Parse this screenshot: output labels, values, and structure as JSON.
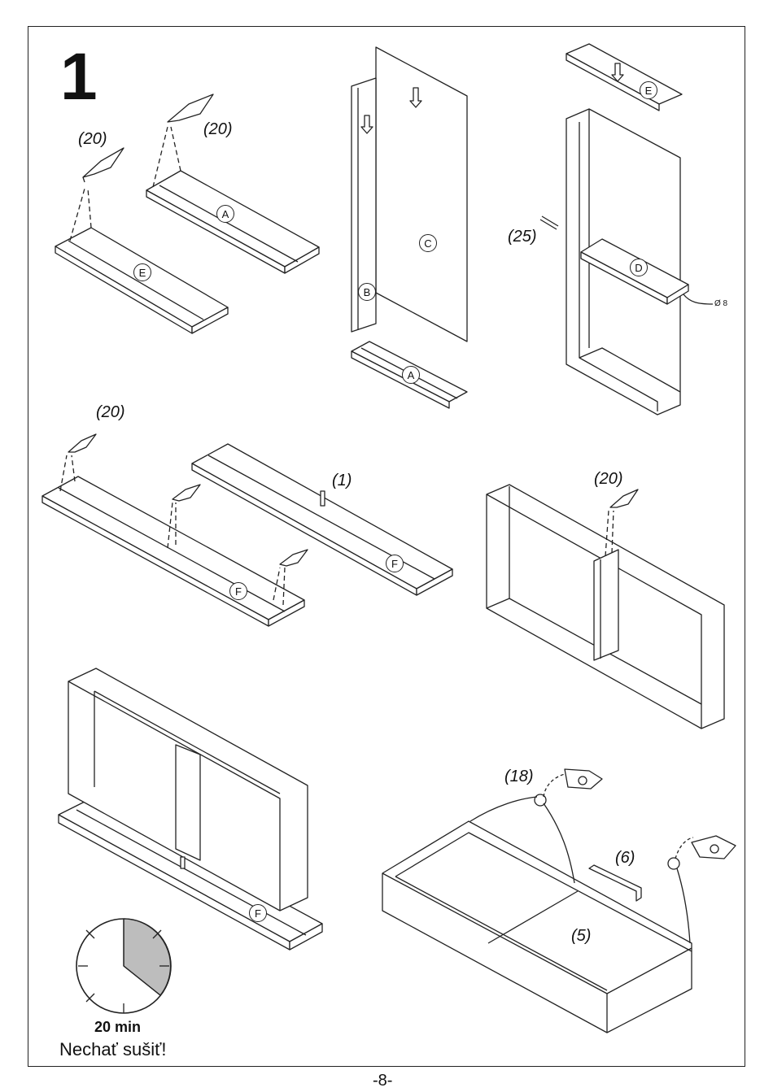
{
  "page": {
    "step_number": "1",
    "page_number": "-8-",
    "drying_time": "20 min",
    "drying_note": "Nechať sušiť!"
  },
  "quantities": {
    "q1": "(20)",
    "q2": "(20)",
    "q3": "(25)",
    "q4": "(20)",
    "q5": "(1)",
    "q6": "(20)",
    "q7": "(18)",
    "q8": "(6)",
    "q9": "(5)"
  },
  "parts": {
    "e1": "E",
    "a1": "A",
    "c": "C",
    "b": "B",
    "a2": "A",
    "e2": "E",
    "d": "D",
    "f1": "F",
    "f2": "F",
    "f3": "F"
  },
  "dimension": "Ø 8",
  "colors": {
    "line": "#222222",
    "clock_fill": "#bdbdbd"
  }
}
